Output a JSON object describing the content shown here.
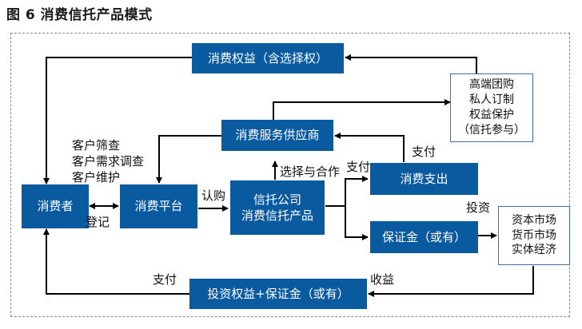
{
  "title": "图 6   消费信托产品模式",
  "nodes": {
    "rights": "消费权益（含选择权）",
    "service_provider": "消费服务供应商",
    "consumer": "消费者",
    "platform": "消费平台",
    "trust_product": [
      "信托公司",
      "消费信托产品"
    ],
    "consumption_spending": "消费支出",
    "deposit": "保证金（或有）",
    "investment_return": "投资权益+保证金（或有）",
    "high_end": [
      "高端团购",
      "私人订制",
      "权益保护",
      "（信托参与）"
    ],
    "markets": [
      "资本市场",
      "货币市场",
      "实体经济"
    ]
  },
  "labels": {
    "customer_ops": [
      "客户筛查",
      "客户需求调查",
      "客户维护"
    ],
    "register": "登记",
    "subscribe": "认购",
    "choose_cooperate": "选择与合作",
    "pay1": "支付",
    "pay2": "支付",
    "invest": "投资",
    "income": "收益",
    "pay3": "支付"
  },
  "colors": {
    "box_fill": "#0a5aa0",
    "box_text": "#ffffff",
    "outline": "#3b6fa8"
  }
}
